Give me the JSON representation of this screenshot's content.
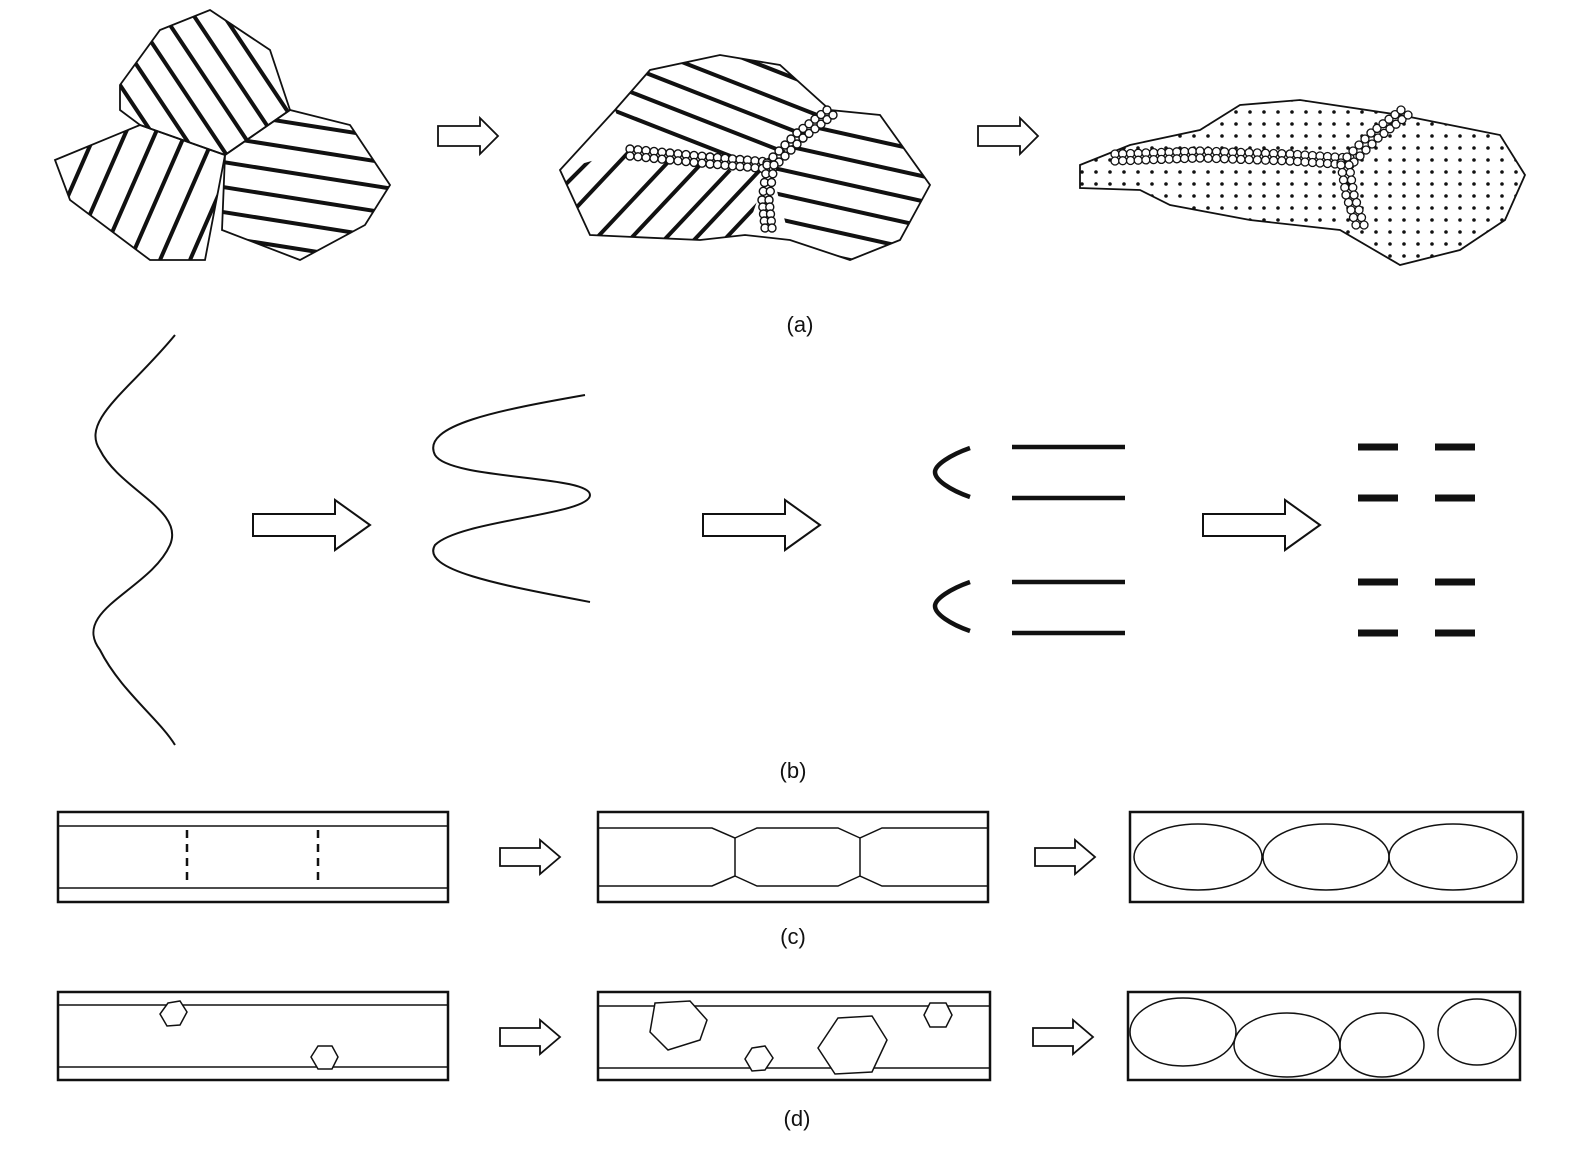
{
  "panels": [
    {
      "id": "a",
      "label": "(a)"
    },
    {
      "id": "b",
      "label": "(b)"
    },
    {
      "id": "c",
      "label": "(c)"
    },
    {
      "id": "d",
      "label": "(d)"
    }
  ],
  "colors": {
    "line": "#111111",
    "background": "#ffffff",
    "arrow_fill": "#ffffff"
  }
}
